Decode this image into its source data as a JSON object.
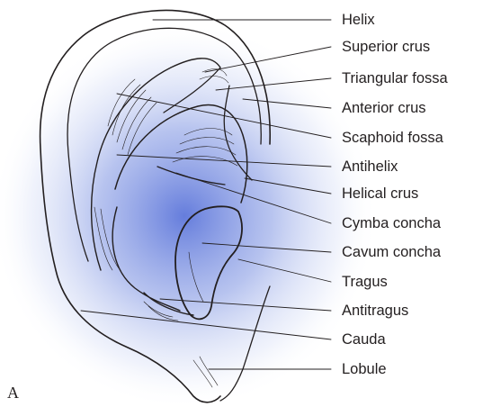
{
  "panel_letter": "A",
  "labels": [
    {
      "id": "helix",
      "text": "Helix"
    },
    {
      "id": "superior-crus",
      "text": "Superior crus"
    },
    {
      "id": "triangular-fossa",
      "text": "Triangular fossa"
    },
    {
      "id": "anterior-crus",
      "text": "Anterior crus"
    },
    {
      "id": "scaphoid-fossa",
      "text": "Scaphoid fossa"
    },
    {
      "id": "antihelix",
      "text": "Antihelix"
    },
    {
      "id": "helical-crus",
      "text": "Helical crus"
    },
    {
      "id": "cymba-concha",
      "text": "Cymba concha"
    },
    {
      "id": "cavum-concha",
      "text": "Cavum concha"
    },
    {
      "id": "tragus",
      "text": "Tragus"
    },
    {
      "id": "antitragus",
      "text": "Antitragus"
    },
    {
      "id": "cauda",
      "text": "Cauda"
    },
    {
      "id": "lobule",
      "text": "Lobule"
    }
  ],
  "colors": {
    "glow": "#3a5bd0",
    "ink": "#231f20"
  }
}
